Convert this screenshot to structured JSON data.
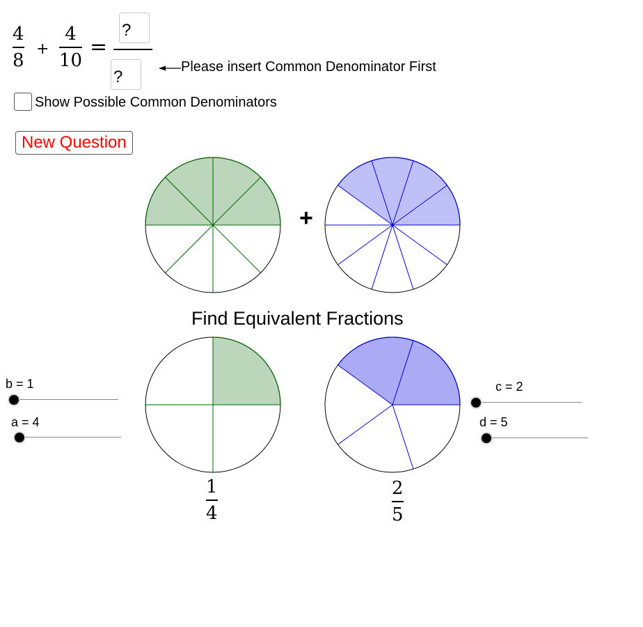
{
  "equation": {
    "fraction1": {
      "numerator": "4",
      "denominator": "8"
    },
    "operator": "+",
    "fraction2": {
      "numerator": "4",
      "denominator": "10"
    },
    "equals": "=",
    "answer_numerator_placeholder": "?",
    "answer_denominator_placeholder": "?",
    "hint_text": "Please insert Common Denominator First"
  },
  "checkbox": {
    "label": "Show Possible Common Denominators",
    "checked": false
  },
  "new_question_button": {
    "label": "New Question"
  },
  "plus_sign": "+",
  "section_title": "Find Equivalent Fractions",
  "colors": {
    "green_fill": "#bcd6bc",
    "green_stroke": "#006600",
    "blue_fill_top": "#c0c0f8",
    "blue_fill_bottom": "#aaaaf5",
    "blue_stroke": "#0000cc",
    "outline": "#000000",
    "button_text": "#ff0000"
  },
  "pies": {
    "top_left": {
      "slices": 8,
      "shaded": 4
    },
    "top_right": {
      "slices": 10,
      "shaded": 4
    },
    "bottom_left": {
      "slices": 4,
      "shaded": 1
    },
    "bottom_right": {
      "slices": 5,
      "shaded": 2
    }
  },
  "sliders": {
    "b": {
      "label": "b = 1",
      "value": 1,
      "min": 1,
      "max": 10
    },
    "a": {
      "label": "a = 4",
      "value": 4,
      "min": 4,
      "max": 40
    },
    "c": {
      "label": "c = 2",
      "value": 2,
      "min": 2,
      "max": 20
    },
    "d": {
      "label": "d = 5",
      "value": 5,
      "min": 5,
      "max": 50
    }
  },
  "equivalent_fractions": {
    "left": {
      "numerator": "1",
      "denominator": "4"
    },
    "right": {
      "numerator": "2",
      "denominator": "5"
    }
  }
}
